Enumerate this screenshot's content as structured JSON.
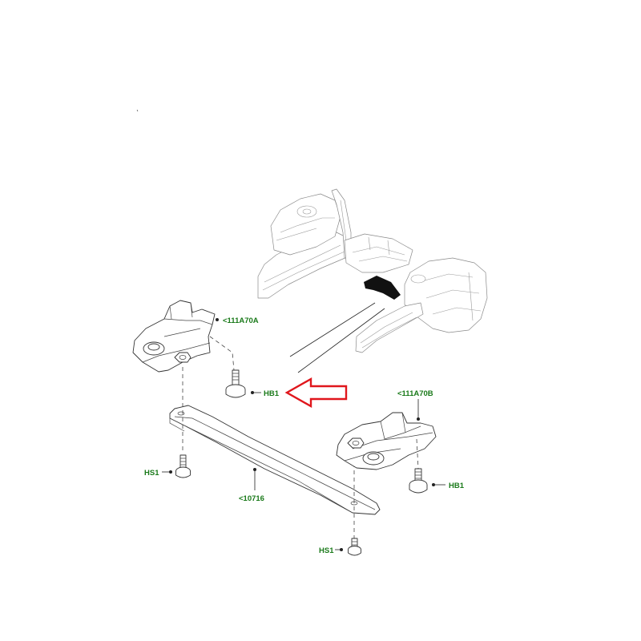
{
  "labels": {
    "bracket_left": "<111A70A",
    "bracket_right": "<111A70B",
    "bolt_hb1_left": "HB1",
    "bolt_hb1_right": "HB1",
    "screw_hs1_left": "HS1",
    "screw_hs1_bottom": "HS1",
    "crossmember": "<10716"
  },
  "colors": {
    "label_text": "#1a7a1a",
    "highlight_arrow": "#e0161c",
    "line_art": "#333333"
  }
}
